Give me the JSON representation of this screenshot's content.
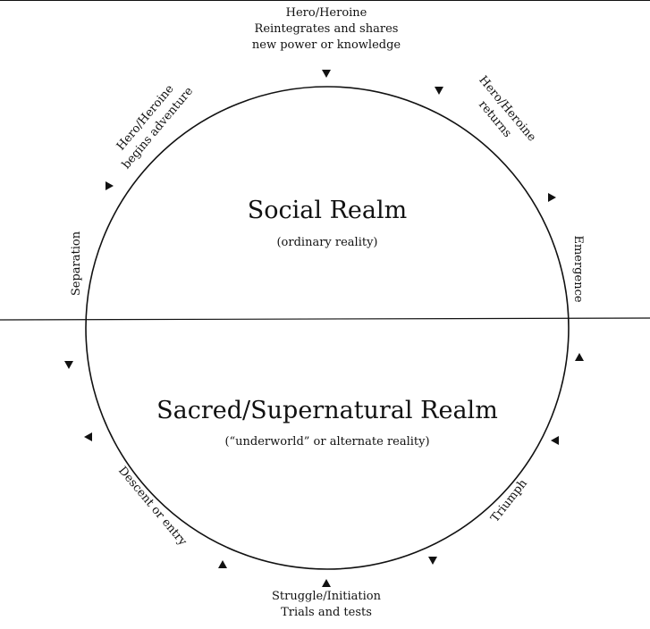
{
  "title_top": [
    "Hero/Heroine",
    "Reintegrates and shares",
    "new power or knowledge"
  ],
  "begins": [
    "Hero/Heroine",
    "begins adventure"
  ],
  "returns": [
    "Hero/Heroine",
    "returns"
  ],
  "separation": "Separation",
  "emergence": "Emergence",
  "social_realm": {
    "title": "Social Realm",
    "subtitle": "(ordinary reality)"
  },
  "sacred_realm": {
    "title": "Sacred/Supernatural Realm",
    "subtitle": "(“underworld” or alternate reality)"
  },
  "descent": "Descent or entry",
  "triumph": "Triumph",
  "bottom": [
    "Struggle/Initiation",
    "Trials and tests"
  ],
  "colors": {
    "ink": "#111111",
    "background": "#ffffff"
  }
}
